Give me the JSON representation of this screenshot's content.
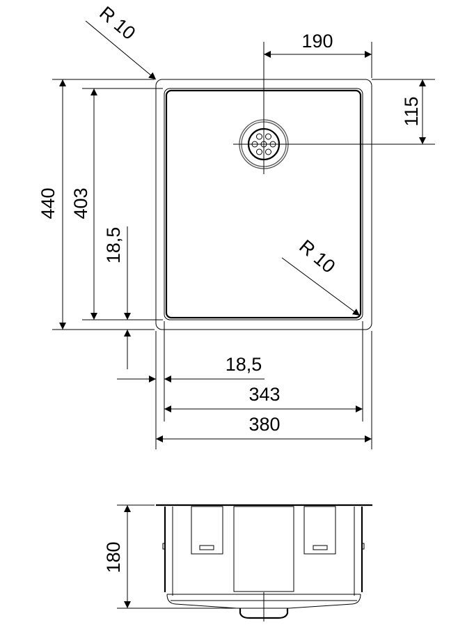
{
  "drawing": {
    "top_view": {
      "radius_outer_label": "R 10",
      "radius_inner_label": "R 10",
      "drain_offset_x_label": "190",
      "drain_offset_y_label": "115",
      "outer_length_label": "440",
      "inner_length_label": "403",
      "rim_y_label": "18,5",
      "rim_x_label": "18,5",
      "inner_width_label": "343",
      "outer_width_label": "380"
    },
    "side_view": {
      "depth_label": "180"
    },
    "colors": {
      "line": "#000000",
      "background": "#ffffff"
    }
  }
}
